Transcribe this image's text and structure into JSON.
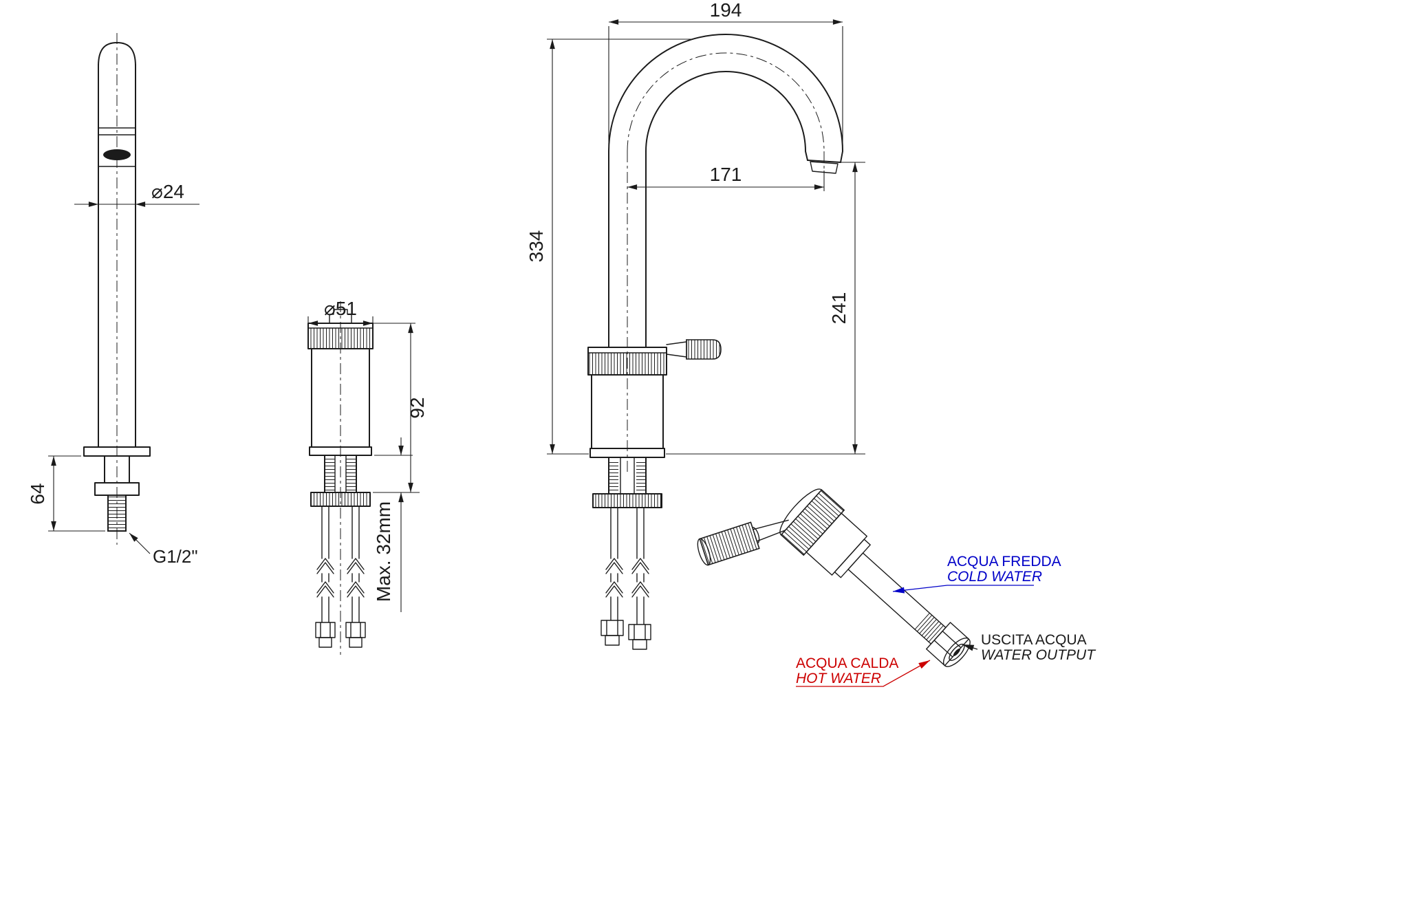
{
  "dims": {
    "spout_diameter": "⌀24",
    "base_height": "64",
    "thread": "G1/2\"",
    "cartridge_diameter": "⌀51",
    "cartridge_height": "92",
    "counter_max": "Max. 32mm",
    "overall_width": "194",
    "spout_reach": "171",
    "overall_height": "334",
    "outlet_height": "241"
  },
  "labels": {
    "cold_it": "ACQUA FREDDA",
    "cold_en": "COLD WATER",
    "out_it": "USCITA ACQUA",
    "out_en": "WATER OUTPUT",
    "hot_it": "ACQUA CALDA",
    "hot_en": "HOT WATER"
  },
  "colors": {
    "line": "#1b1b1b",
    "cold": "#0000c8",
    "hot": "#cc0000"
  }
}
